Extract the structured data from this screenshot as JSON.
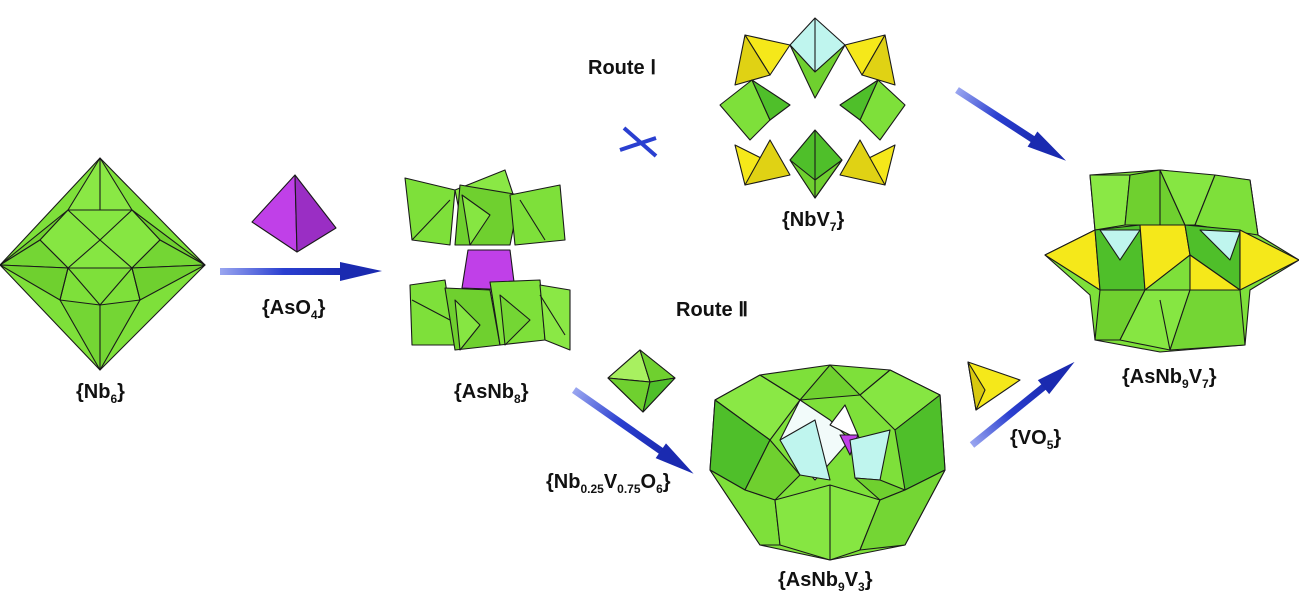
{
  "colors": {
    "green": "#7ee03a",
    "green_dark": "#4fbf2a",
    "green_light": "#a8f060",
    "purple": "#c040e8",
    "yellow": "#f5e81a",
    "cyan": "#bff5ee",
    "arrow": "#2a3fd0"
  },
  "labels": {
    "nb6": {
      "pre": "{Nb",
      "sub": "6",
      "post": "}"
    },
    "aso4": {
      "pre": "{AsO",
      "sub": "4",
      "post": "}"
    },
    "asnb8": {
      "pre": "{AsNb",
      "sub": "8",
      "post": "}"
    },
    "nbv7": {
      "pre": "{NbV",
      "sub": "7",
      "post": "}"
    },
    "nbvo": {
      "p1": "{Nb",
      "s1": "0.25",
      "p2": "V",
      "s2": "0.75",
      "p3": "O",
      "s3": "6",
      "p4": "}"
    },
    "asnb9v3": {
      "p1": "{AsNb",
      "s1": "9",
      "p2": "V",
      "s2": "3",
      "p3": "}"
    },
    "vo5": {
      "pre": "{VO",
      "sub": "5",
      "post": "}"
    },
    "asnb9v7": {
      "p1": "{AsNb",
      "s1": "9",
      "p2": "V",
      "s2": "7",
      "p3": "}"
    }
  },
  "routes": {
    "route1": "Route Ⅰ",
    "route2": "Route Ⅱ"
  },
  "icons": {
    "blocked": "cross-mark-icon",
    "arrow": "arrow-icon"
  }
}
